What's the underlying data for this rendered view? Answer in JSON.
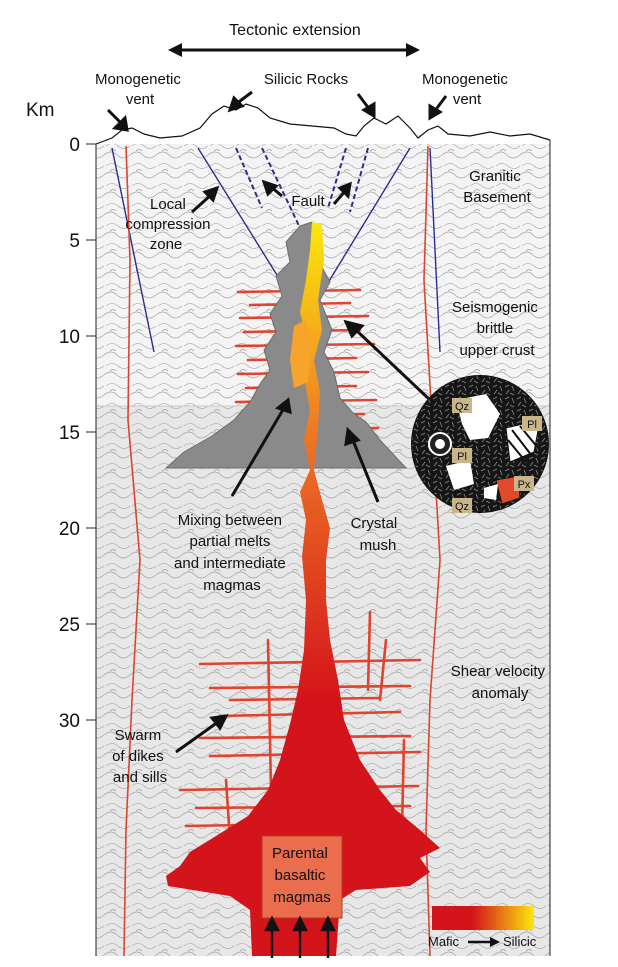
{
  "title": "Tectonic extension",
  "depth_axis": {
    "unit": "Km",
    "ticks": [
      "0",
      "5",
      "10",
      "15",
      "20",
      "25",
      "30"
    ]
  },
  "labels": {
    "monogenetic_vent_left": [
      "Monogenetic",
      "vent"
    ],
    "silicic_rocks": "Silicic Rocks",
    "monogenetic_vent_right": [
      "Monogenetic",
      "vent"
    ],
    "granitic_basement": [
      "Granitic",
      "Basement"
    ],
    "local_compression": [
      "Local",
      "compression",
      "zone"
    ],
    "fault": "Fault",
    "seismogenic": [
      "Seismogenic",
      "brittle",
      "upper crust"
    ],
    "mixing": [
      "Mixing between",
      "partial melts",
      "and intermediate",
      "magmas"
    ],
    "crystal_mush": [
      "Crystal",
      "mush"
    ],
    "shear_velocity": [
      "Shear velocity",
      "anomaly"
    ],
    "swarm": [
      "Swarm",
      "of dikes",
      "and sills"
    ],
    "parental": [
      "Parental",
      "basaltic",
      "magmas"
    ]
  },
  "inset_minerals": {
    "qz_top": "Qz",
    "pl_right": "Pl",
    "pl_left": "Pl",
    "px": "Px",
    "qz_bottom": "Qz"
  },
  "legend": {
    "left": "Mafic",
    "right": "Silicic"
  },
  "colors": {
    "magma_mafic": "#d4141b",
    "magma_mid": "#ef7a25",
    "magma_silicic": "#fbe80b",
    "crystal_mush": "#8a8a8a",
    "dike_red": "#e0442f",
    "fault_blue": "#2b2d8a",
    "upper_crust": "#f3f3f3",
    "lower_crust": "#e6e6e6",
    "inset_bg": "#141414"
  }
}
